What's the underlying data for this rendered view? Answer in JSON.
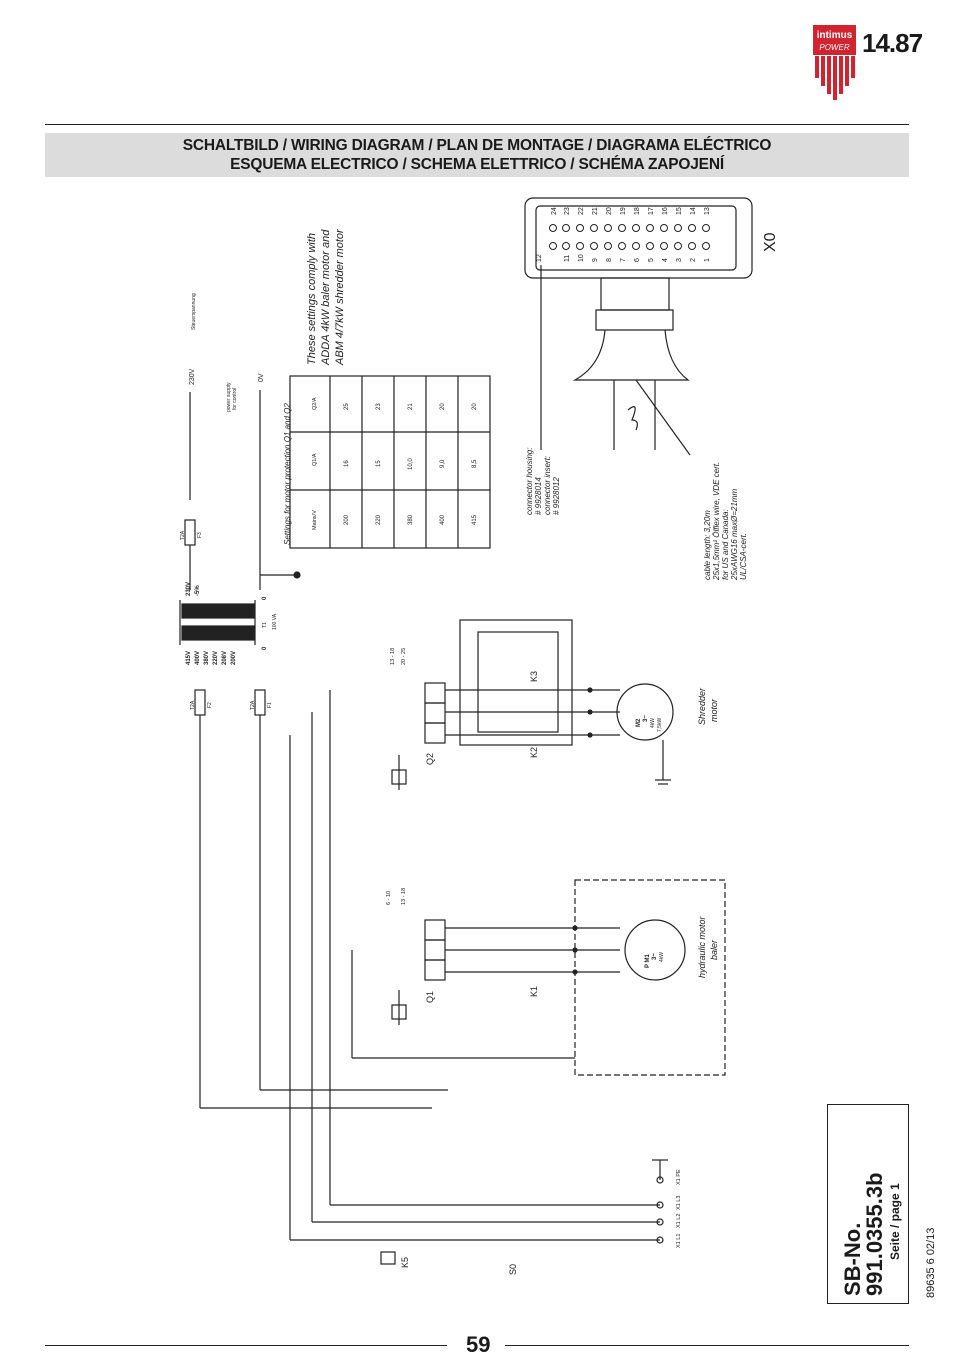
{
  "header": {
    "brand_top": "intimus",
    "brand_bottom": "POWER",
    "doc_code": "14.87"
  },
  "banner": {
    "line1": "SCHALTBILD / WIRING DIAGRAM / PLAN DE MONTAGE / DIAGRAMA ELÉCTRICO",
    "line2": "ESQUEMA ELECTRICO / SCHEMA ELETTRICO / SCHÉMA ZAPOJENÍ"
  },
  "compliance_note": [
    "These settings comply with",
    "ADDA 4kW baler motor and",
    "ABM 4/7kW shredder motor"
  ],
  "connector": {
    "label": "X0",
    "pins_top": [
      "24",
      "23",
      "22",
      "21",
      "20",
      "19",
      "18",
      "17",
      "16",
      "15",
      "14",
      "13"
    ],
    "pins_bottom": [
      "12",
      "11",
      "10",
      "9",
      "8",
      "7",
      "6",
      "5",
      "4",
      "3",
      "2",
      "1"
    ],
    "housing_note": [
      "connector housing:",
      "# 9928014",
      "connector insert:",
      "# 9928012"
    ],
    "cable_note": [
      "cable length: 3,20m",
      "25x1,5mm² Ölflex wire,  VDE cert.",
      "for US and Canada:",
      "25xAWG16 maxØ=21mm",
      "UL/CSA-cert."
    ]
  },
  "supply": {
    "v230": "230V",
    "v0": "0V",
    "steuerspannung": "Steuerspannung",
    "power_supply": [
      "power supply",
      "for control"
    ],
    "fuses": [
      {
        "rating": "T2A",
        "id": "F3"
      },
      {
        "rating": "T2A",
        "id": "F2"
      },
      {
        "rating": "T2A",
        "id": "F1"
      }
    ],
    "transformer_primary": [
      "415V",
      "400V",
      "380V",
      "220V",
      "208V",
      "200V"
    ],
    "transformer_secondary": [
      "230V",
      "-5%"
    ],
    "transformer_rating": "100 VA",
    "transformer_id": "T1",
    "zero": "0"
  },
  "settings_table": {
    "title": "Settings for motor protection Q1 and Q2",
    "headers": [
      "Mains/V",
      "Q1/A",
      "Q2/A"
    ],
    "rows": [
      [
        "200",
        "16",
        "25"
      ],
      [
        "220",
        "15",
        "23"
      ],
      [
        "380",
        "10,0",
        "21"
      ],
      [
        "400",
        "9,0",
        "20"
      ],
      [
        "415",
        "8,5",
        "20"
      ]
    ]
  },
  "devices": {
    "q2_label": "Q2",
    "q2_range": [
      "13 - 18",
      "20 - 25"
    ],
    "q1_label": "Q1",
    "q1_range": [
      "6 - 10",
      "13 - 18"
    ],
    "k1": "K1",
    "k2": "K2",
    "k3": "K3",
    "k5": "K5",
    "s0": "S0",
    "shredder_motor": {
      "id": "M2",
      "phase": "3~",
      "power": [
        "4kW",
        "7,5kW"
      ],
      "label": [
        "Shredder",
        "motor"
      ]
    },
    "baler_motor": {
      "id": "P M1",
      "phase": "3~",
      "power": [
        "4kW"
      ],
      "label": [
        "hydraulic motor",
        "baler"
      ]
    },
    "pe_terminals": [
      "X1 PE",
      "X1 L3",
      "X1 L2",
      "X1 L1"
    ]
  },
  "footer": {
    "sb_title": "SB-No.",
    "sb_number": "991.0355.3b",
    "sb_page": "Seite / page 1",
    "doc_ref": "89635 6 02/13",
    "page_number": "59"
  }
}
